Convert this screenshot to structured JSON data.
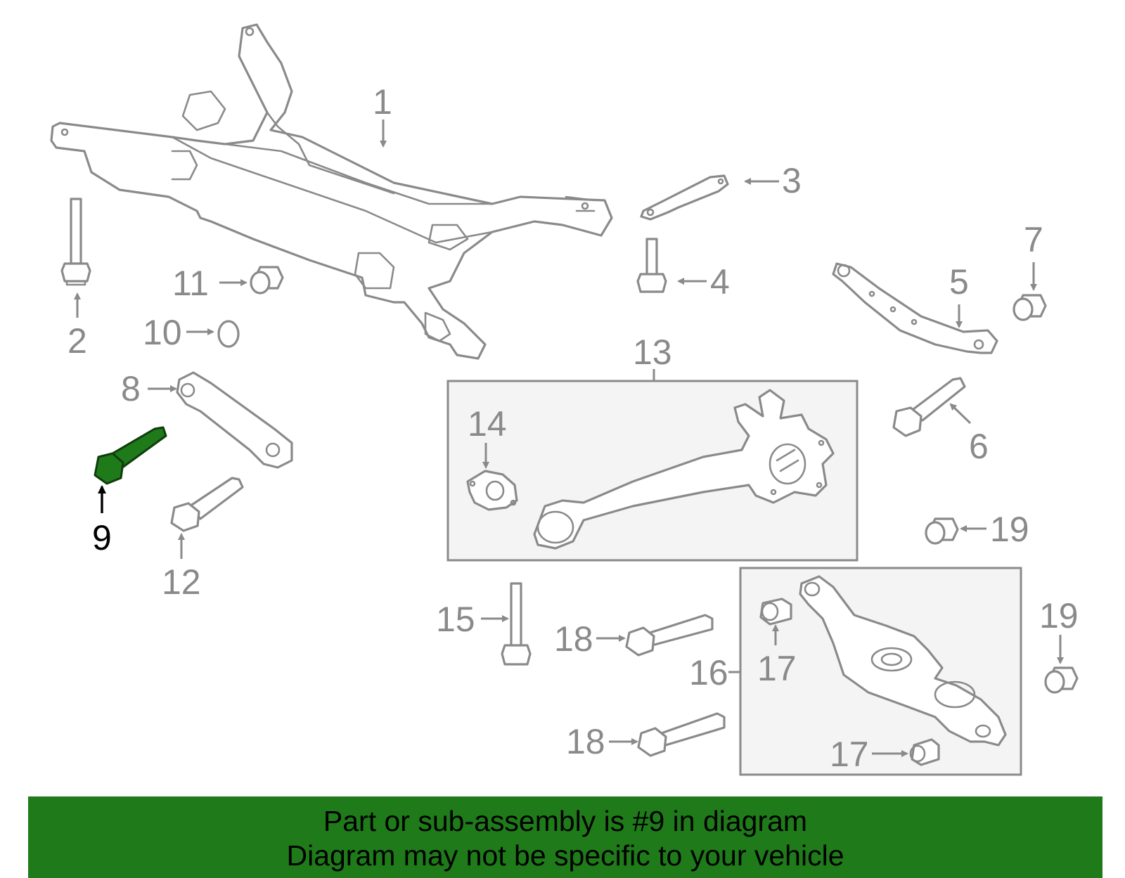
{
  "callouts": {
    "c1": "1",
    "c2": "2",
    "c3": "3",
    "c4": "4",
    "c5": "5",
    "c6": "6",
    "c7": "7",
    "c8": "8",
    "c9": "9",
    "c10": "10",
    "c11": "11",
    "c12": "12",
    "c13": "13",
    "c14": "14",
    "c15": "15",
    "c16": "16",
    "c17a": "17",
    "c17b": "17",
    "c18a": "18",
    "c18b": "18",
    "c19a": "19",
    "c19b": "19"
  },
  "highlighted_part": "9",
  "colors": {
    "banner": "#1f7a1a",
    "highlight": "#1f7a1a",
    "line": "#8a8a8a",
    "box_fill": "#f4f4f4"
  },
  "banner": {
    "line1": "Part or sub-assembly is #9 in diagram",
    "line2": "Diagram may not be specific to your vehicle"
  }
}
